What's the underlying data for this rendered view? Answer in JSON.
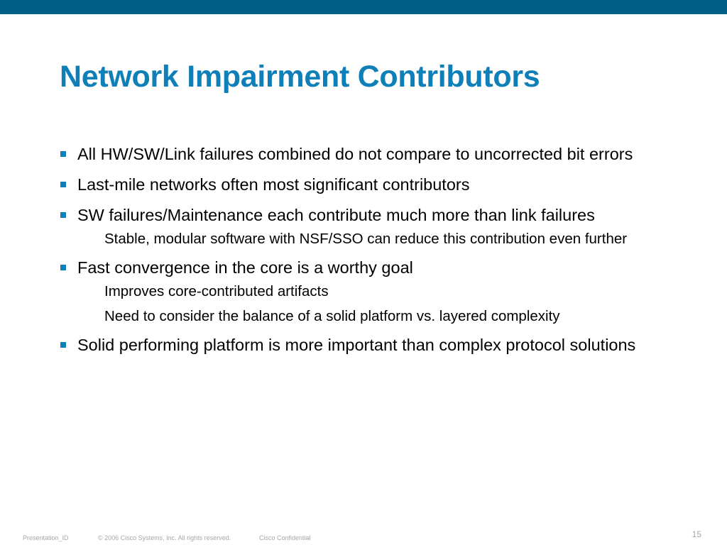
{
  "slide": {
    "title": "Network Impairment Contributors",
    "bullets": [
      {
        "text": "All HW/SW/Link failures combined do not compare to uncorrected bit errors",
        "sub": []
      },
      {
        "text": "Last-mile networks often most significant contributors",
        "sub": []
      },
      {
        "text": "SW failures/Maintenance each contribute much more than link failures",
        "sub": [
          "Stable, modular software with NSF/SSO can reduce this contribution even further"
        ]
      },
      {
        "text": "Fast convergence in the core is a worthy goal",
        "sub": [
          "Improves core-contributed artifacts",
          "Need to consider the balance of a solid platform vs. layered complexity"
        ]
      },
      {
        "text": "Solid performing platform is more important than complex protocol solutions",
        "sub": []
      }
    ]
  },
  "footer": {
    "presentation_id": "Presentation_ID",
    "copyright": "© 2006 Cisco Systems, Inc. All rights reserved.",
    "confidential": "Cisco Confidential",
    "page_number": "15"
  },
  "colors": {
    "top_bar": "#005f87",
    "title": "#0f7fb8",
    "bullet": "#0f7fb8",
    "footer_text": "#a6a6a6"
  },
  "icons": {
    "bullet": "square-bullet-icon"
  }
}
